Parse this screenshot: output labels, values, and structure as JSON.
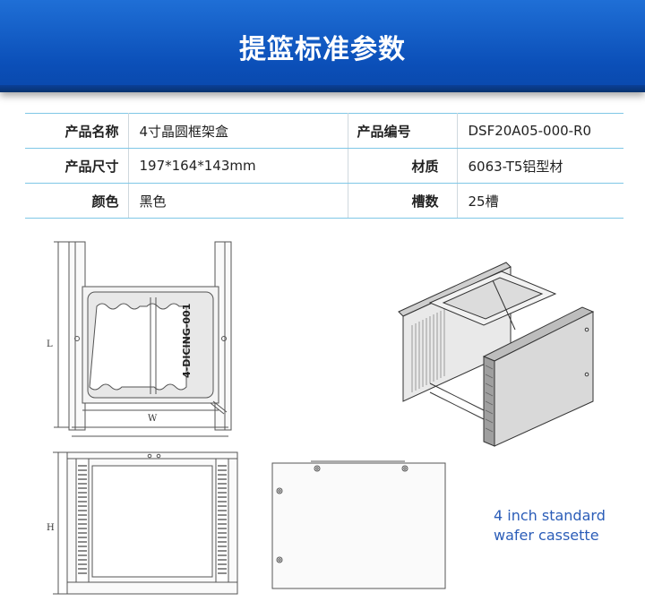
{
  "banner": {
    "title": "提篮标准参数"
  },
  "specs": {
    "rows": [
      {
        "label1": "产品名称",
        "value1": "4寸晶圆框架盒",
        "label2": "产品编号",
        "value2": "DSF20A05-000-R0"
      },
      {
        "label1": "产品尺寸",
        "value1": "197*164*143mm",
        "label2": "材质",
        "value2": "6063-T5铝型材"
      },
      {
        "label1": "颜色",
        "value1": "黑色",
        "label2": "槽数",
        "value2": "25槽"
      }
    ]
  },
  "drawings": {
    "top_view": {
      "dim_length": "L",
      "dim_width": "W",
      "frame_text": "4-DICING-001"
    },
    "front_view": {
      "dim_height": "H"
    }
  },
  "caption": {
    "line1": "4 inch standard",
    "line2": "wafer cassette"
  },
  "colors": {
    "banner_blue": "#0b4fb8",
    "table_line": "#7fc7e6",
    "caption_blue": "#2b5db8"
  }
}
